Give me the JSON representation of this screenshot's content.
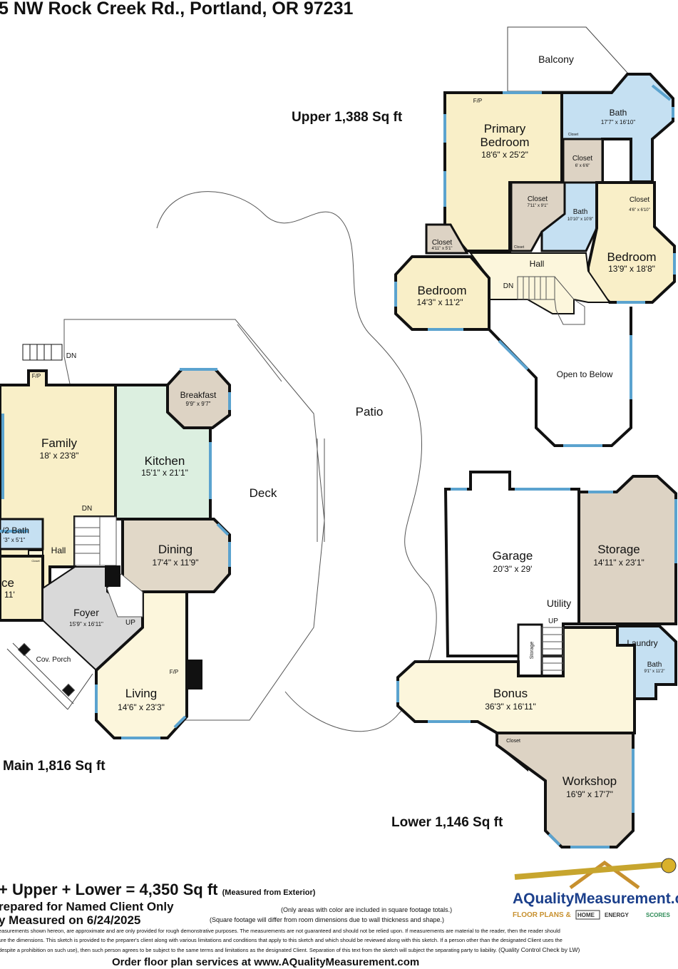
{
  "address": "5 NW Rock Creek Rd., Portland, OR 97231",
  "levels": {
    "upper": "Upper  1,388 Sq ft",
    "main": "Main  1,816 Sq ft",
    "lower": "Lower  1,146 Sq ft"
  },
  "outdoor": {
    "balcony": "Balcony",
    "patio": "Patio",
    "deck": "Deck",
    "cov_porch": "Cov. Porch",
    "open_below": "Open to Below"
  },
  "marks": {
    "fp": "F/P",
    "dn": "DN",
    "up": "UP"
  },
  "upper_rooms": {
    "primary_name1": "Primary",
    "primary_name2": "Bedroom",
    "primary_dim": "18'6\" x 25'2\"",
    "bath_name": "Bath",
    "bath_dim": "17'7\" x 16'10\"",
    "closet_small": "Closet",
    "closet1_name": "Closet",
    "closet1_dim": "6' x 6'6\"",
    "closet2_name": "Closet",
    "closet2_dim": "7'11\" x 9'1\"",
    "bath2_name": "Bath",
    "bath2_dim": "10'10\" x 10'8\"",
    "closet3_name": "Closet",
    "closet3_dim": "4'6\" x 6'10\"",
    "closet4_name": "Closet",
    "closet4_dim": "4'11\" x 5'1\"",
    "closet5_name": "Closet",
    "hall_name": "Hall",
    "bedroom_e_name": "Bedroom",
    "bedroom_e_dim": "13'9\" x 18'8\"",
    "bedroom_w_name": "Bedroom",
    "bedroom_w_dim": "14'3\" x 11'2\""
  },
  "main_rooms": {
    "family_name": "Family",
    "family_dim": "18' x 23'8\"",
    "kitchen_name": "Kitchen",
    "kitchen_dim": "15'1\" x 21'1\"",
    "breakfast_name": "Breakfast",
    "breakfast_dim": "9'9\" x 9'7\"",
    "halfbath_name": "/2 Bath",
    "halfbath_dim": "'3\" x 5'1\"",
    "closet_name": "Closet",
    "hall_name": "Hall",
    "office_name": "ce",
    "office_dim": "11'",
    "dining_name": "Dining",
    "dining_dim": "17'4\" x 11'9\"",
    "foyer_name": "Foyer",
    "foyer_dim": "15'9\" x 16'11\"",
    "living_name": "Living",
    "living_dim": "14'6\" x 23'3\""
  },
  "lower_rooms": {
    "garage_name": "Garage",
    "garage_dim": "20'3\" x 29'",
    "storage_name": "Storage",
    "storage_dim": "14'11\" x 23'1\"",
    "utility_name": "Utility",
    "storage_small": "Storage",
    "laundry_name": "Laundry",
    "bath_name": "Bath",
    "bath_dim": "9'1\" x 11'2\"",
    "bonus_name": "Bonus",
    "bonus_dim": "36'3\" x 16'11\"",
    "closet_name": "Closet",
    "workshop_name": "Workshop",
    "workshop_dim": "16'9\" x 17'7\""
  },
  "totals": {
    "line1": "+ Upper + Lower = 4,350 Sq ft",
    "line1_note": "(Measured from Exterior)",
    "line2": "repared for Named Client Only",
    "line3": "y Measured on 6/24/2025",
    "note_color": "(Only areas with color are included in square footage totals.)",
    "note_dims": "(Square footage will differ from room dimensions due to wall thickness and shape.)"
  },
  "disclaimer": {
    "line1": "easurements shown hereon, are approximate and are only provided for rough demonstrative purposes.  The measurements are not guaranteed and should not be relied upon.  If measurements are material to the reader, then the reader should",
    "line2": "ure the dimensions.  This sketch is provided to the preparer's client along with various limitations and conditions that apply to this sketch and which should be reviewed along with this sketch.  If a person other than the designated Client uses the",
    "line3": "despite a prohibition on such use), then such person agrees to be subject to the same terms and limitations as the designated Client.  Separation of this text from the sketch will subject the separating party to liability.",
    "qc": "(Quality Control Check by LW)"
  },
  "footer": "Order floor plan services at www.AQualityMeasurement.com",
  "logo": {
    "brand": "AQualityMeasurement.com",
    "tag_floor": "FLOOR PLANS &",
    "tag_home": "HOME",
    "tag_energy": "ENERGY",
    "tag_scores": "SCORES"
  },
  "colors": {
    "bedroom": "#f9efc8",
    "bath": "#c5e0f2",
    "kitchen": "#dcefe0",
    "dining": "#e1d8c8",
    "foyer": "#d9d9d9",
    "living": "#fcf6dc",
    "storage": "#ddd3c4",
    "wall": "#111111",
    "window": "#5ba3cf"
  }
}
